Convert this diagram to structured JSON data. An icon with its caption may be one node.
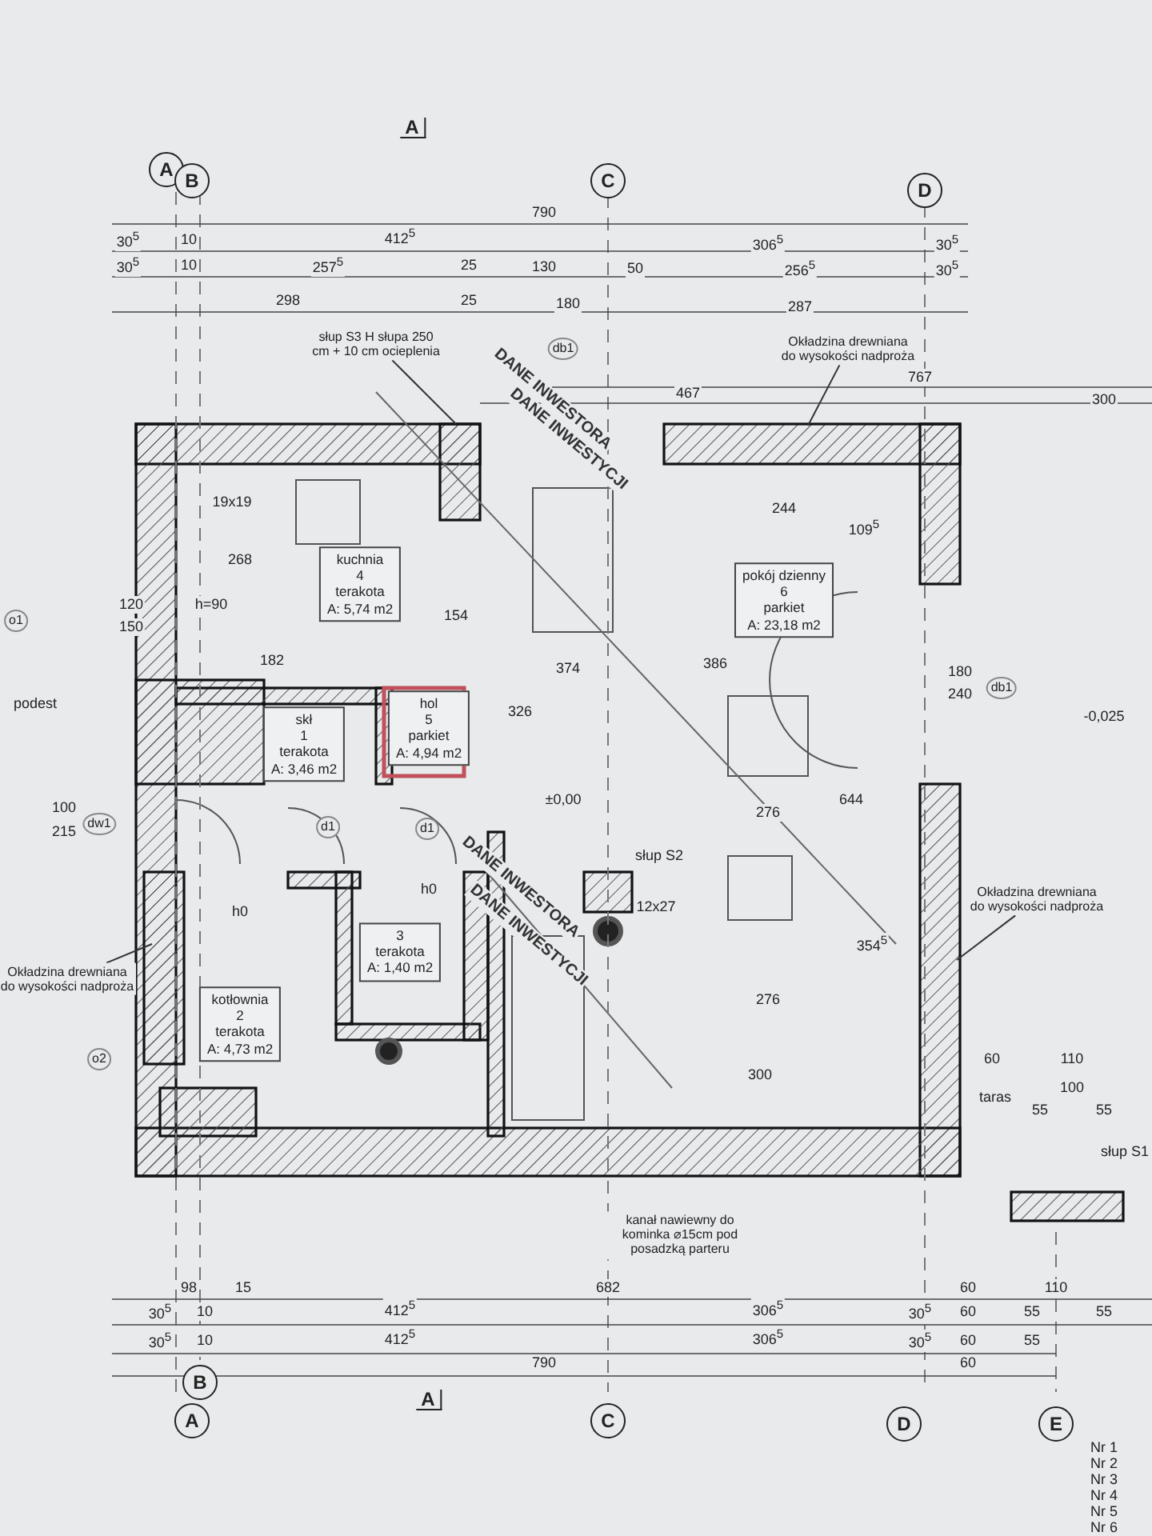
{
  "diagram": {
    "nodes": [
      {
        "text": [
          "kuchnia",
          "4",
          "terakota",
          "A: 5,74 m2"
        ]
      },
      {
        "text": [
          "hol",
          "5",
          "parkiet",
          "A: 4,94 m2"
        ]
      },
      {
        "text": [
          "pokój dzienny",
          "6",
          "parkiet",
          "A: 23,18 m2"
        ]
      },
      {
        "text": [
          "skł",
          "1",
          "terakota",
          "A: 3,46 m2"
        ]
      },
      {
        "text": [
          "3",
          "terakota",
          "A: 1,40 m2"
        ]
      },
      {
        "text": [
          "kotłownia",
          "2",
          "terakota",
          "A: 4,73 m2"
        ]
      },
      {
        "text": [
          "Okładzina drewniana do wysokości nadproża"
        ]
      },
      {
        "text": [
          "Okładzina drewniana do wysokości nadproża"
        ]
      },
      {
        "text": [
          "Okładzina drewniana do wysokości nadproża"
        ]
      },
      {
        "text": [
          "słup S3 H słupa 250 cm + 10 cm ocieplenia"
        ]
      }
    ],
    "edges": [
      {
        "from": 6,
        "to": null,
        "arrow": "none"
      },
      {
        "from": 7,
        "to": null,
        "arrow": "none"
      },
      {
        "from": 8,
        "to": null,
        "arrow": "none"
      },
      {
        "from": 9,
        "to": null,
        "arrow": "none"
      }
    ],
    "labels": [
      "A",
      "C",
      "D",
      "B",
      "A",
      "790",
      "30$^{5}$",
      "10",
      "412$^{5}$",
      "306$^{5}$",
      "30$^{5}$",
      "30$^{5}$",
      "10",
      "257$^{5}$",
      "25",
      "130",
      "50",
      "256$^{5}$",
      "30$^{5}$",
      "298",
      "25",
      "180",
      "287",
      "767",
      "467",
      "300",
      "DANE INWESTORA",
      "DANE INWESTYCJI",
      "db1",
      "19x19",
      "268",
      "244",
      "120",
      "150",
      "h=90",
      "o1",
      "374",
      "386",
      "109$^{5}$",
      "326",
      "154",
      "180",
      "240",
      "db1",
      "-0,025",
      "podest",
      "182",
      "±0,00",
      "276",
      "644",
      "dw1",
      "d1",
      "d1",
      "100",
      "215",
      "słup S2",
      "12x27",
      "h0",
      "h0",
      "DANE INWESTORA",
      "DANE INWESTYCJI",
      "354$^{5}$",
      "276",
      "o2",
      "300",
      "taras",
      "60",
      "110",
      "100",
      "55",
      "55",
      "słup S1",
      "kanał nawiewny do kominka ⌀15cm pod posadzką parteru",
      "98",
      "15",
      "682",
      "60",
      "110",
      "30$^{5}$",
      "10",
      "412$^{5}$",
      "306$^{5}$",
      "30$^{5}$",
      "60",
      "55",
      "55",
      "30$^{5}$",
      "10",
      "412$^{5}$",
      "306$^{5}$",
      "30$^{5}$",
      "60",
      "55",
      "790",
      "60",
      "B",
      "A",
      "A",
      "C",
      "D",
      "E",
      "Nr 1",
      "Nr 2",
      "Nr 3",
      "Nr 4",
      "Nr 5",
      "Nr 6"
    ]
  }
}
